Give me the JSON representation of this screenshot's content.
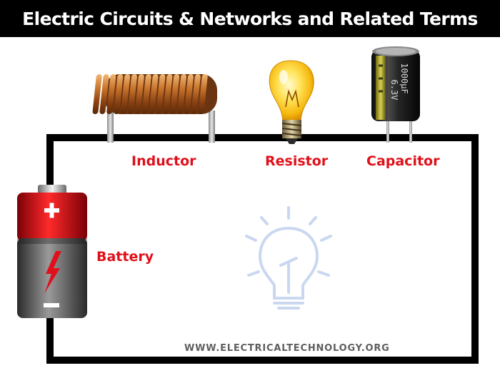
{
  "header": {
    "title": "Electric Circuits & Networks and Related Terms"
  },
  "components": {
    "inductor": {
      "label": "Inductor"
    },
    "resistor": {
      "label": "Resistor"
    },
    "capacitor": {
      "label": "Capacitor",
      "rating_top": "1000µF",
      "rating_bottom": "6.3V"
    },
    "battery": {
      "label": "Battery",
      "positive_symbol": "+",
      "negative_symbol": "−"
    }
  },
  "footer": {
    "watermark": "WWW.ELECTRICALTECHNOLOGY.ORG"
  },
  "colors": {
    "label_red": "#e0101a",
    "title_bg": "#000000",
    "wire": "#000000",
    "watermark_bulb": "#c9d8f0"
  },
  "icons": [
    "inductor-coil-icon",
    "light-bulb-icon",
    "capacitor-icon",
    "battery-icon",
    "lightning-bolt-icon",
    "bulb-outline-icon"
  ]
}
